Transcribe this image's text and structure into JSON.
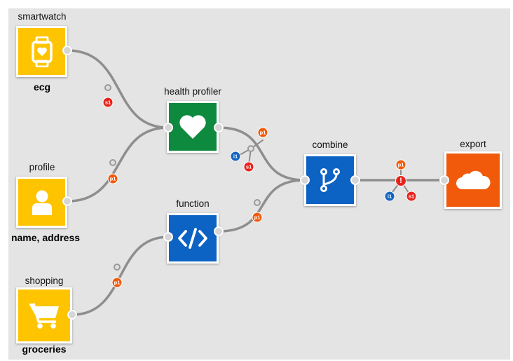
{
  "colors": {
    "source_yellow": "#fec400",
    "health_green": "#0d8a3e",
    "blue": "#0d63c4",
    "export_orange": "#f05a0a",
    "badge_red": "#e8231c",
    "badge_orange": "#f05a0a",
    "badge_blue": "#1565c0",
    "edge": "#8e8e8e"
  },
  "nodes": {
    "smartwatch": {
      "label": "smartwatch",
      "sublabel": "ecg",
      "icon": "smartwatch-icon"
    },
    "profile": {
      "label": "profile",
      "sublabel": "name, address",
      "icon": "user-icon"
    },
    "shopping": {
      "label": "shopping",
      "sublabel": "groceries",
      "icon": "cart-icon"
    },
    "health_profiler": {
      "label": "health profiler",
      "icon": "heart-icon"
    },
    "function": {
      "label": "function",
      "icon": "code-icon"
    },
    "combine": {
      "label": "combine",
      "icon": "merge-icon"
    },
    "export": {
      "label": "export",
      "icon": "cloud-icon"
    }
  },
  "badges": {
    "smartwatch_edge": [
      "s1"
    ],
    "profile_edge": [
      "p1"
    ],
    "shopping_edge": [
      "p1"
    ],
    "health_edge": [
      "p1",
      "i1",
      "s1"
    ],
    "function_edge": [
      "p1"
    ],
    "export_edge": [
      "p1",
      "i1",
      "s1"
    ],
    "export_alert": "!"
  }
}
